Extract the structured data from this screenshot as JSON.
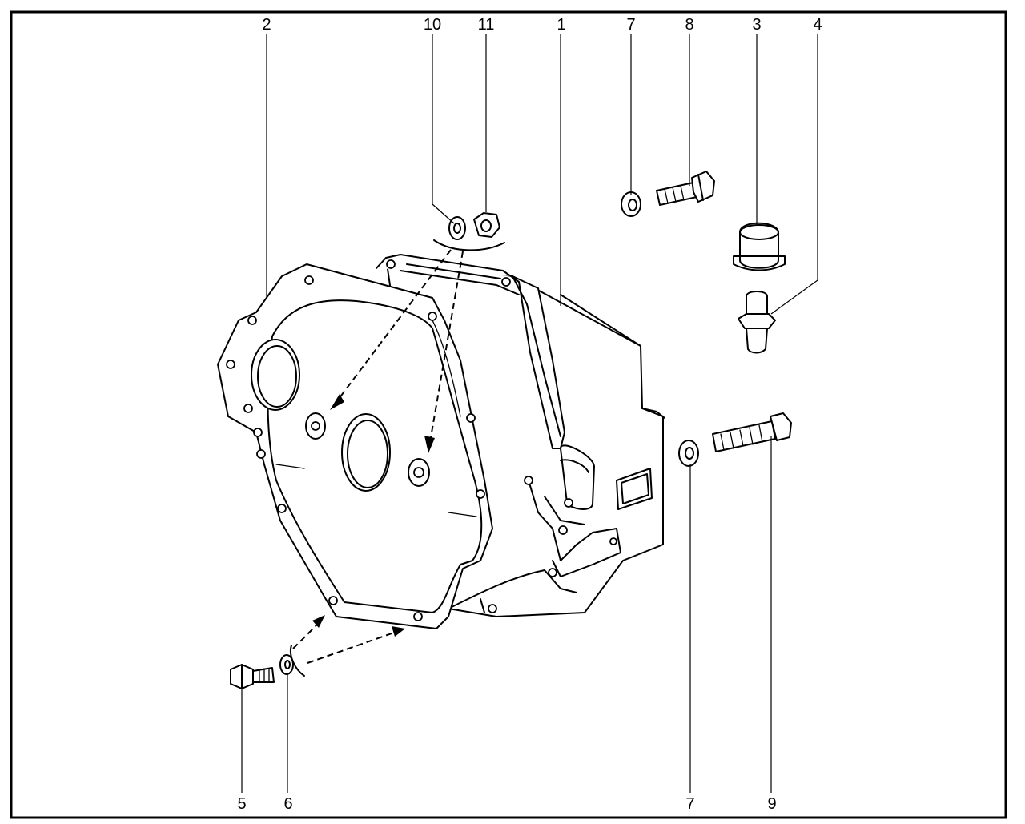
{
  "diagram": {
    "callouts": [
      {
        "id": "c2",
        "label": "2"
      },
      {
        "id": "c10",
        "label": "10"
      },
      {
        "id": "c11",
        "label": "11"
      },
      {
        "id": "c1",
        "label": "1"
      },
      {
        "id": "c7a",
        "label": "7"
      },
      {
        "id": "c8",
        "label": "8"
      },
      {
        "id": "c3",
        "label": "3"
      },
      {
        "id": "c4",
        "label": "4"
      },
      {
        "id": "c5",
        "label": "5"
      },
      {
        "id": "c6",
        "label": "6"
      },
      {
        "id": "c7b",
        "label": "7"
      },
      {
        "id": "c9",
        "label": "9"
      }
    ]
  }
}
